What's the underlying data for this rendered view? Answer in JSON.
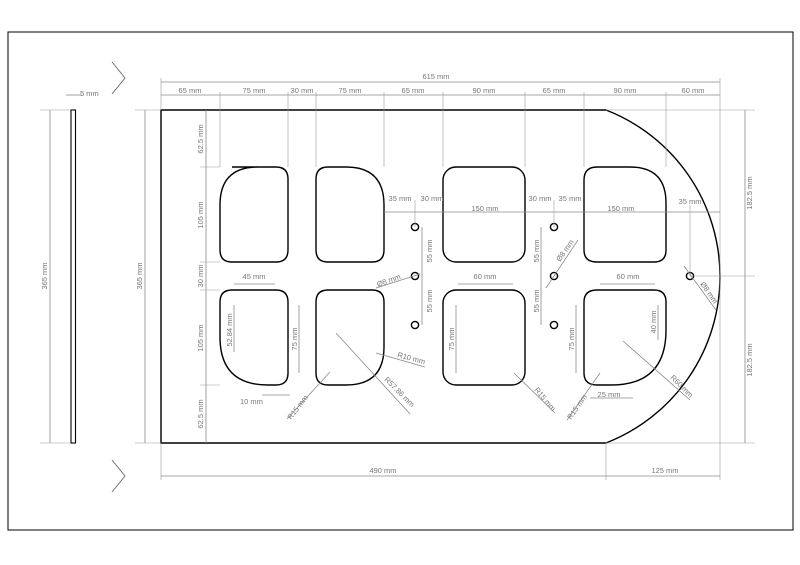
{
  "top_dims": {
    "overall": "615 mm",
    "segments": [
      "65 mm",
      "75 mm",
      "30 mm",
      "75 mm",
      "65 mm",
      "90 mm",
      "65 mm",
      "90 mm",
      "60 mm"
    ]
  },
  "side_view": {
    "thickness": "5 mm",
    "height": "365 mm"
  },
  "left_dims": {
    "plate_height": "365 mm",
    "rows": [
      "62.5 mm",
      "105 mm",
      "30 mm",
      "105 mm",
      "62.5 mm"
    ]
  },
  "right_dims": [
    "182.5 mm",
    "182.5 mm"
  ],
  "bottom_dims": [
    "490 mm",
    "125 mm"
  ],
  "middle_dims": [
    "35 mm",
    "30 mm",
    "150 mm",
    "30 mm",
    "35 mm",
    "150 mm",
    "35 mm"
  ],
  "hole_spacing": [
    "55 mm",
    "55 mm",
    "55 mm",
    "55 mm"
  ],
  "hole_diameters": [
    "Ø8 mm",
    "Ø8 mm",
    "Ø8 mm"
  ],
  "cutout_left": {
    "width": "45 mm",
    "height_a": "52.84 mm",
    "height_b": "75 mm",
    "offset": "10 mm",
    "r_small": "R15 mm",
    "r_large": "R57.86 mm",
    "r_fillet": "R10 mm"
  },
  "cutout_mid": {
    "width": "60 mm",
    "height": "75 mm",
    "radius": "R15 mm"
  },
  "cutout_right": {
    "width": "60 mm",
    "height": "75 mm",
    "height_b": "40 mm",
    "offset": "25 mm",
    "r_large": "R60 mm",
    "r_small": "R15 mm"
  },
  "colors": {
    "object": "#000000",
    "dimension": "#8a8a8a"
  }
}
